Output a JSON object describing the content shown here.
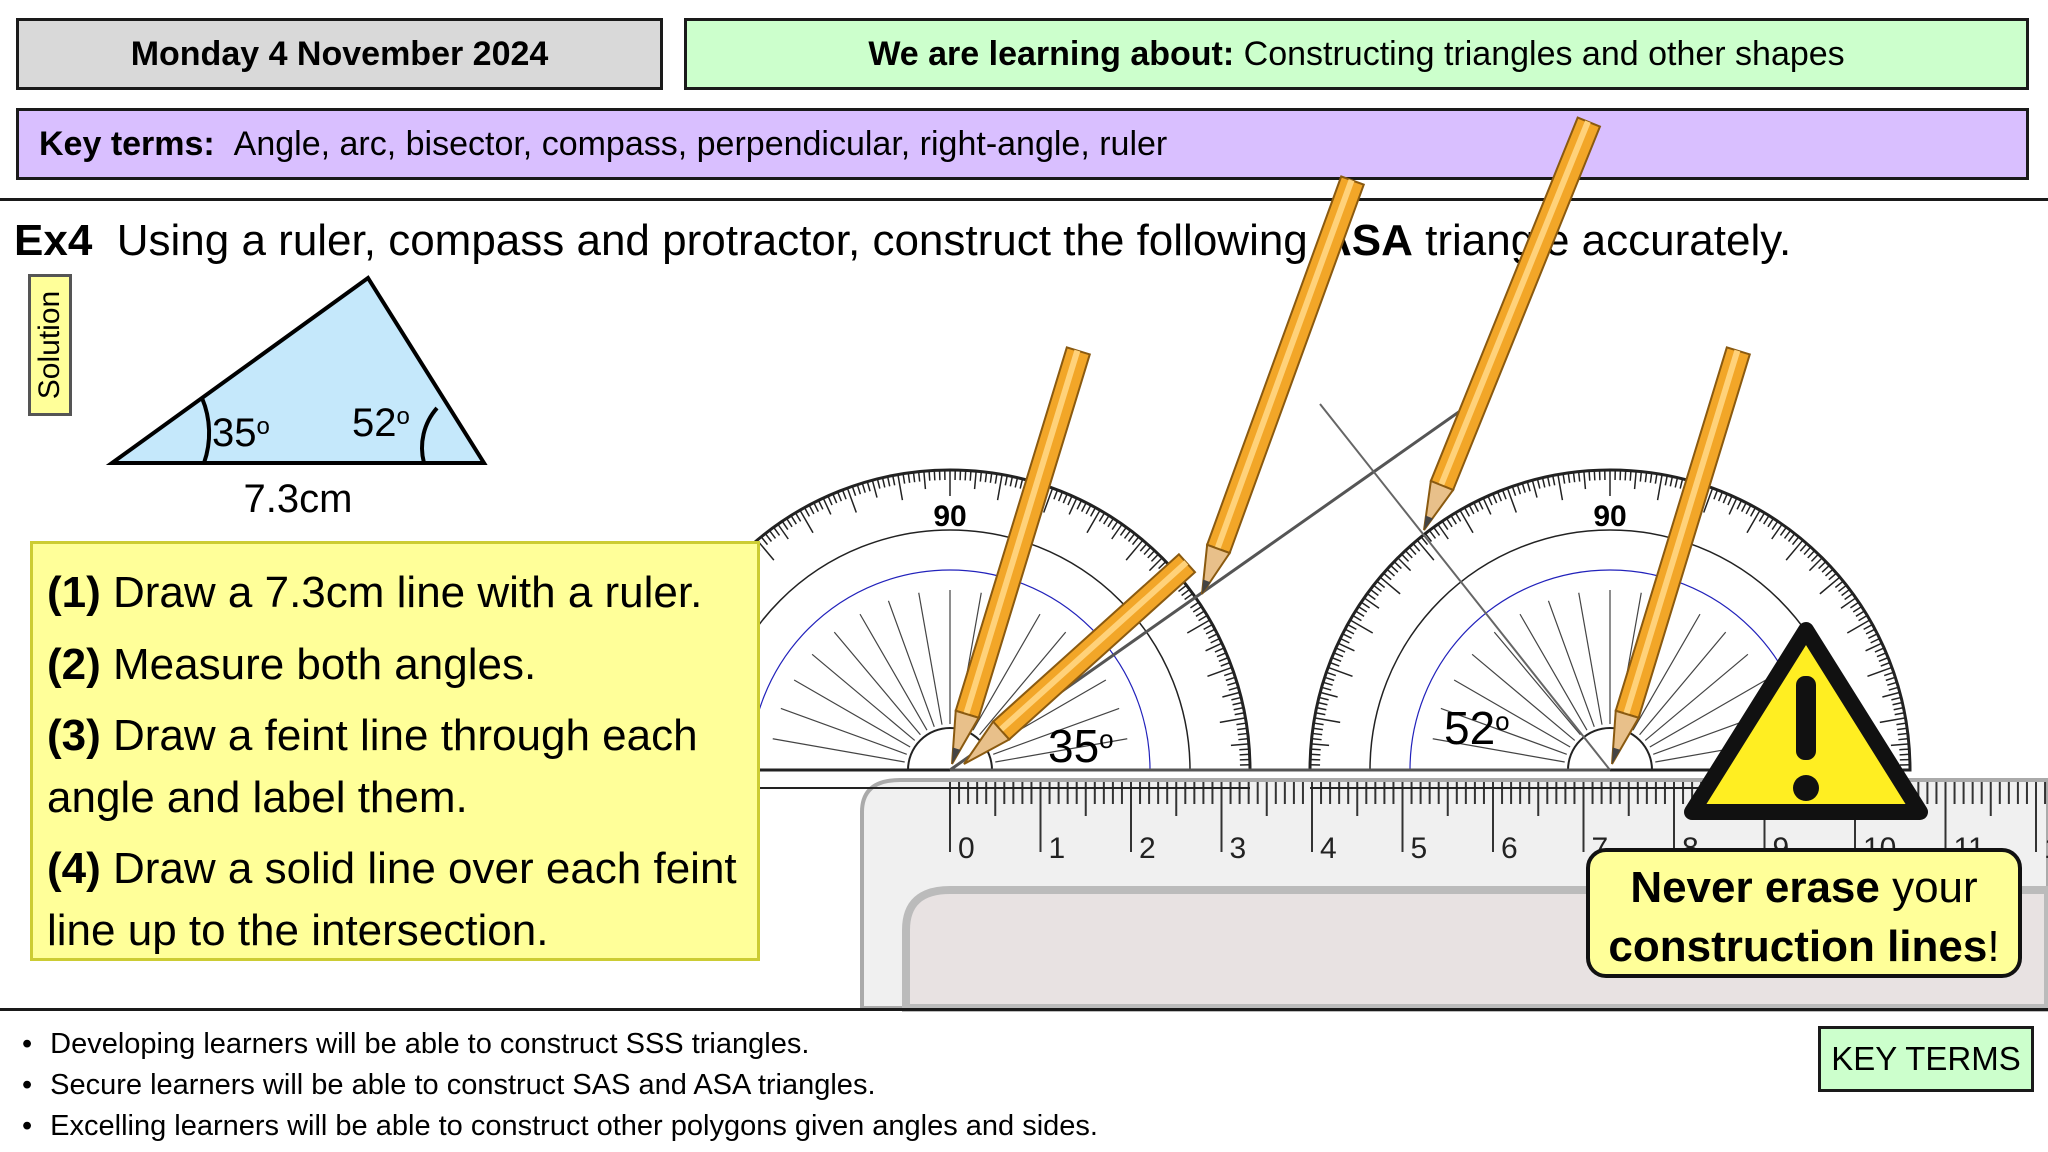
{
  "header": {
    "date": "Monday 4 November 2024",
    "learning_label": "We are learning about:",
    "learning_topic": "Constructing triangles and other shapes",
    "key_terms_label": "Key terms:",
    "key_terms": "Angle, arc, bisector, compass, perpendicular, right-angle, ruler"
  },
  "example": {
    "number": "Ex4",
    "instruction_pre": "Using a ruler, compass and protractor, construct the following ",
    "instruction_bold": "ASA",
    "instruction_post": " triangle accurately.",
    "solution_tab": "Solution"
  },
  "triangle": {
    "angle_left": "35",
    "angle_right": "52",
    "degree_mark": "o",
    "base_label": "7.3cm",
    "fill_color": "#c5e8fb"
  },
  "steps": [
    {
      "num": "(1)",
      "text": " Draw a 7.3cm line with a ruler."
    },
    {
      "num": "(2)",
      "text": " Measure both angles."
    },
    {
      "num": "(3)",
      "text": " Draw a feint line through each angle and label them."
    },
    {
      "num": "(4)",
      "text": " Draw a solid line over each feint line up to the intersection."
    }
  ],
  "construction": {
    "angle_left_label": "35",
    "angle_right_label": "52",
    "degree_mark": "o",
    "protractor_big_numbers": [
      "90"
    ],
    "ruler_numbers": [
      "0",
      "1",
      "2",
      "3",
      "4",
      "5",
      "6",
      "7",
      "8",
      "9",
      "10",
      "11",
      "1"
    ]
  },
  "warning": {
    "line1_bold": "Never erase",
    "line1_rest": " your",
    "line2_bold": "construction lines",
    "line2_rest": "!"
  },
  "outcomes": [
    "Developing learners will be able to construct SSS triangles.",
    "Secure learners will be able to construct SAS and ASA triangles.",
    "Excelling learners will be able to construct other polygons given angles and sides."
  ],
  "key_terms_button": "KEY TERMS",
  "colors": {
    "pencil": "#f2a628",
    "warning_yellow": "#ffee22",
    "protractor_blue": "#2222bb"
  }
}
